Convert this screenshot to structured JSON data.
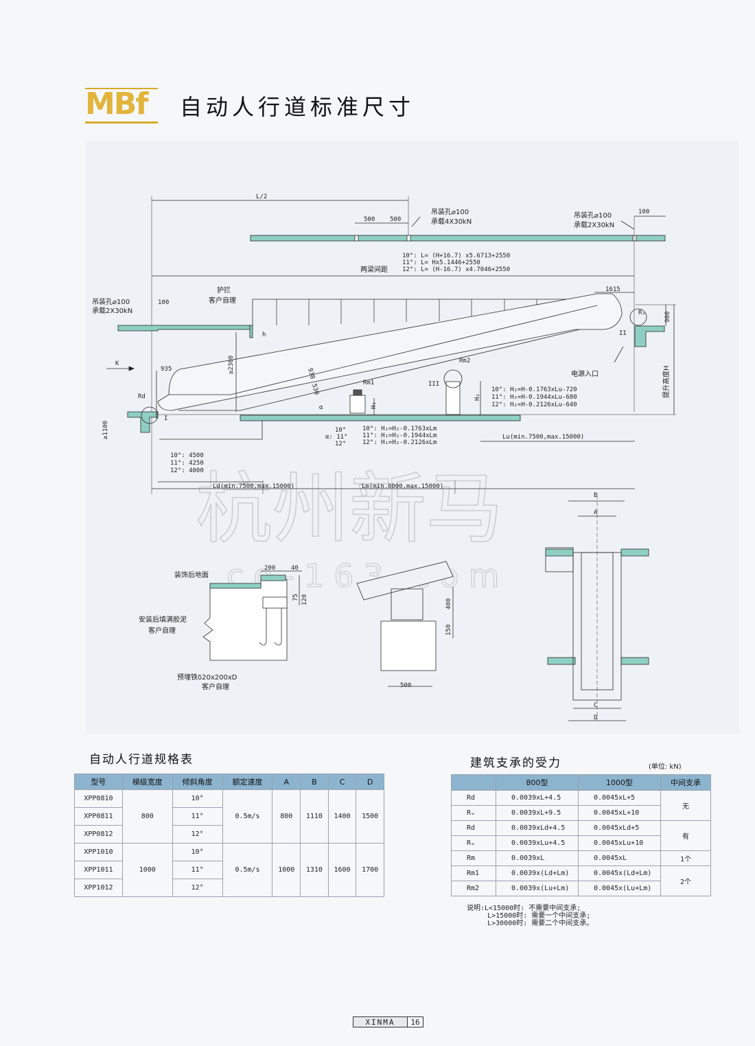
{
  "header": {
    "brand": "MBf",
    "title": "自动人行道标准尺寸"
  },
  "drawing": {
    "top_labels": [
      "L/2",
      "500",
      "500",
      "吊装孔⌀100",
      "承载4X30kN",
      "吊装孔⌀100",
      "承载2X30kN",
      "100"
    ],
    "formula_top": [
      "10°: L= (H+16.7) x5.6713+2550",
      "11°: L=       Hx5.1446+2550",
      "12°: L= (H-16.7) x4.7046+2550"
    ],
    "beam_spacing": "两梁间距",
    "left_labels": [
      "吊装孔⌀100",
      "承载2X30kN",
      "100"
    ],
    "rail_labels": [
      "护拦",
      "客户自理"
    ],
    "dim_1615": "1615",
    "dim_900": "900",
    "dim_2300": "≥2300",
    "dim_935": "935",
    "dim_938": "938",
    "dim_530": "530",
    "dim_1100": "≥1100",
    "K": "K",
    "Rd": "Rd",
    "Ru": "Rᵤ",
    "Rm1": "Rm1",
    "Rm2": "Rm2",
    "I": "I",
    "II": "II",
    "III": "III",
    "H1": "H₁",
    "H2": "H₂",
    "h": "h",
    "alpha": "α",
    "power": "电源入口",
    "lift": "提升高度H",
    "h2_formula": [
      "10°: H₂=H-0.1763xLu-720",
      "11°: H₂=H-0.1944xLu-680",
      "12°: H₂=H-0.2126xLu-640"
    ],
    "h1_formula": [
      "10°: H₁=H₂-0.1763xLm",
      "11°: H₁=H₂-0.1944xLm",
      "12°: H₁=H₂-0.2126xLm"
    ],
    "alpha_vals": [
      "10°",
      "α: 11°",
      "12°"
    ],
    "lower_angles": [
      "10°: 4500",
      "11°: 4250",
      "12°: 4000"
    ],
    "Ld": "Ld(min.7500,max.15000)",
    "Lm": "Lm(min.8000,max.15000)",
    "Lu": "Lu(min.7500,max.15000)",
    "detail1": [
      "200",
      "40",
      "装饰后地面",
      "75",
      "120",
      "安装后填满胶泥",
      "客户自理",
      "预埋铁δ20x200xD",
      "客户自理"
    ],
    "detail2": [
      "400",
      "150",
      "500"
    ],
    "section": [
      "B",
      "A",
      "C",
      "D"
    ],
    "watermark": "杭州新马",
    "watermark2": "co-163.com"
  },
  "spec": {
    "title": "自动人行道规格表",
    "headers": [
      "型号",
      "梯级宽度",
      "倾斜角度",
      "额定速度",
      "A",
      "B",
      "C",
      "D"
    ],
    "models": [
      "XPP0810",
      "XPP0811",
      "XPP0812",
      "XPP1010",
      "XPP1011",
      "XPP1012"
    ],
    "angles": [
      "10°",
      "11°",
      "12°",
      "10°",
      "11°",
      "12°"
    ],
    "g1": {
      "width": "800",
      "speed": "0.5m/s",
      "A": "800",
      "B": "1110",
      "C": "1400",
      "D": "1500"
    },
    "g2": {
      "width": "1000",
      "speed": "0.5m/s",
      "A": "1000",
      "B": "1310",
      "C": "1600",
      "D": "1700"
    }
  },
  "load": {
    "title": "建筑支承的受力",
    "unit": "(单位: kN)",
    "headers": [
      "800型",
      "1000型",
      "中间支承"
    ],
    "rows": [
      [
        "Rd",
        "0.0039xL+4.5",
        "0.0045xL+5"
      ],
      [
        "Rᵤ",
        "0.0039xL+9.5",
        "0.0045xL+10"
      ],
      [
        "Rd",
        "0.0039xLd+4.5",
        "0.0045xLd+5"
      ],
      [
        "Rᵤ",
        "0.0039xLu+4.5",
        "0.0045xLu+10"
      ],
      [
        "Rm",
        "0.0039xL",
        "0.0045xL"
      ],
      [
        "Rm1",
        "0.0039x(Ld+Lm)",
        "0.0045x(Ld+Lm)"
      ],
      [
        "Rm2",
        "0.0039x(Lu+Lm)",
        "0.0045x(Lu+Lm)"
      ]
    ],
    "mid": [
      "无",
      "有",
      "1个",
      "2个"
    ],
    "note": "说明:L<15000时: 不需要中间支承;\n     L>15000时: 需要一个中间支承;\n     L>30000时: 需要二个中间支承。"
  },
  "footer": {
    "brand": "XINMA",
    "page": "16"
  }
}
